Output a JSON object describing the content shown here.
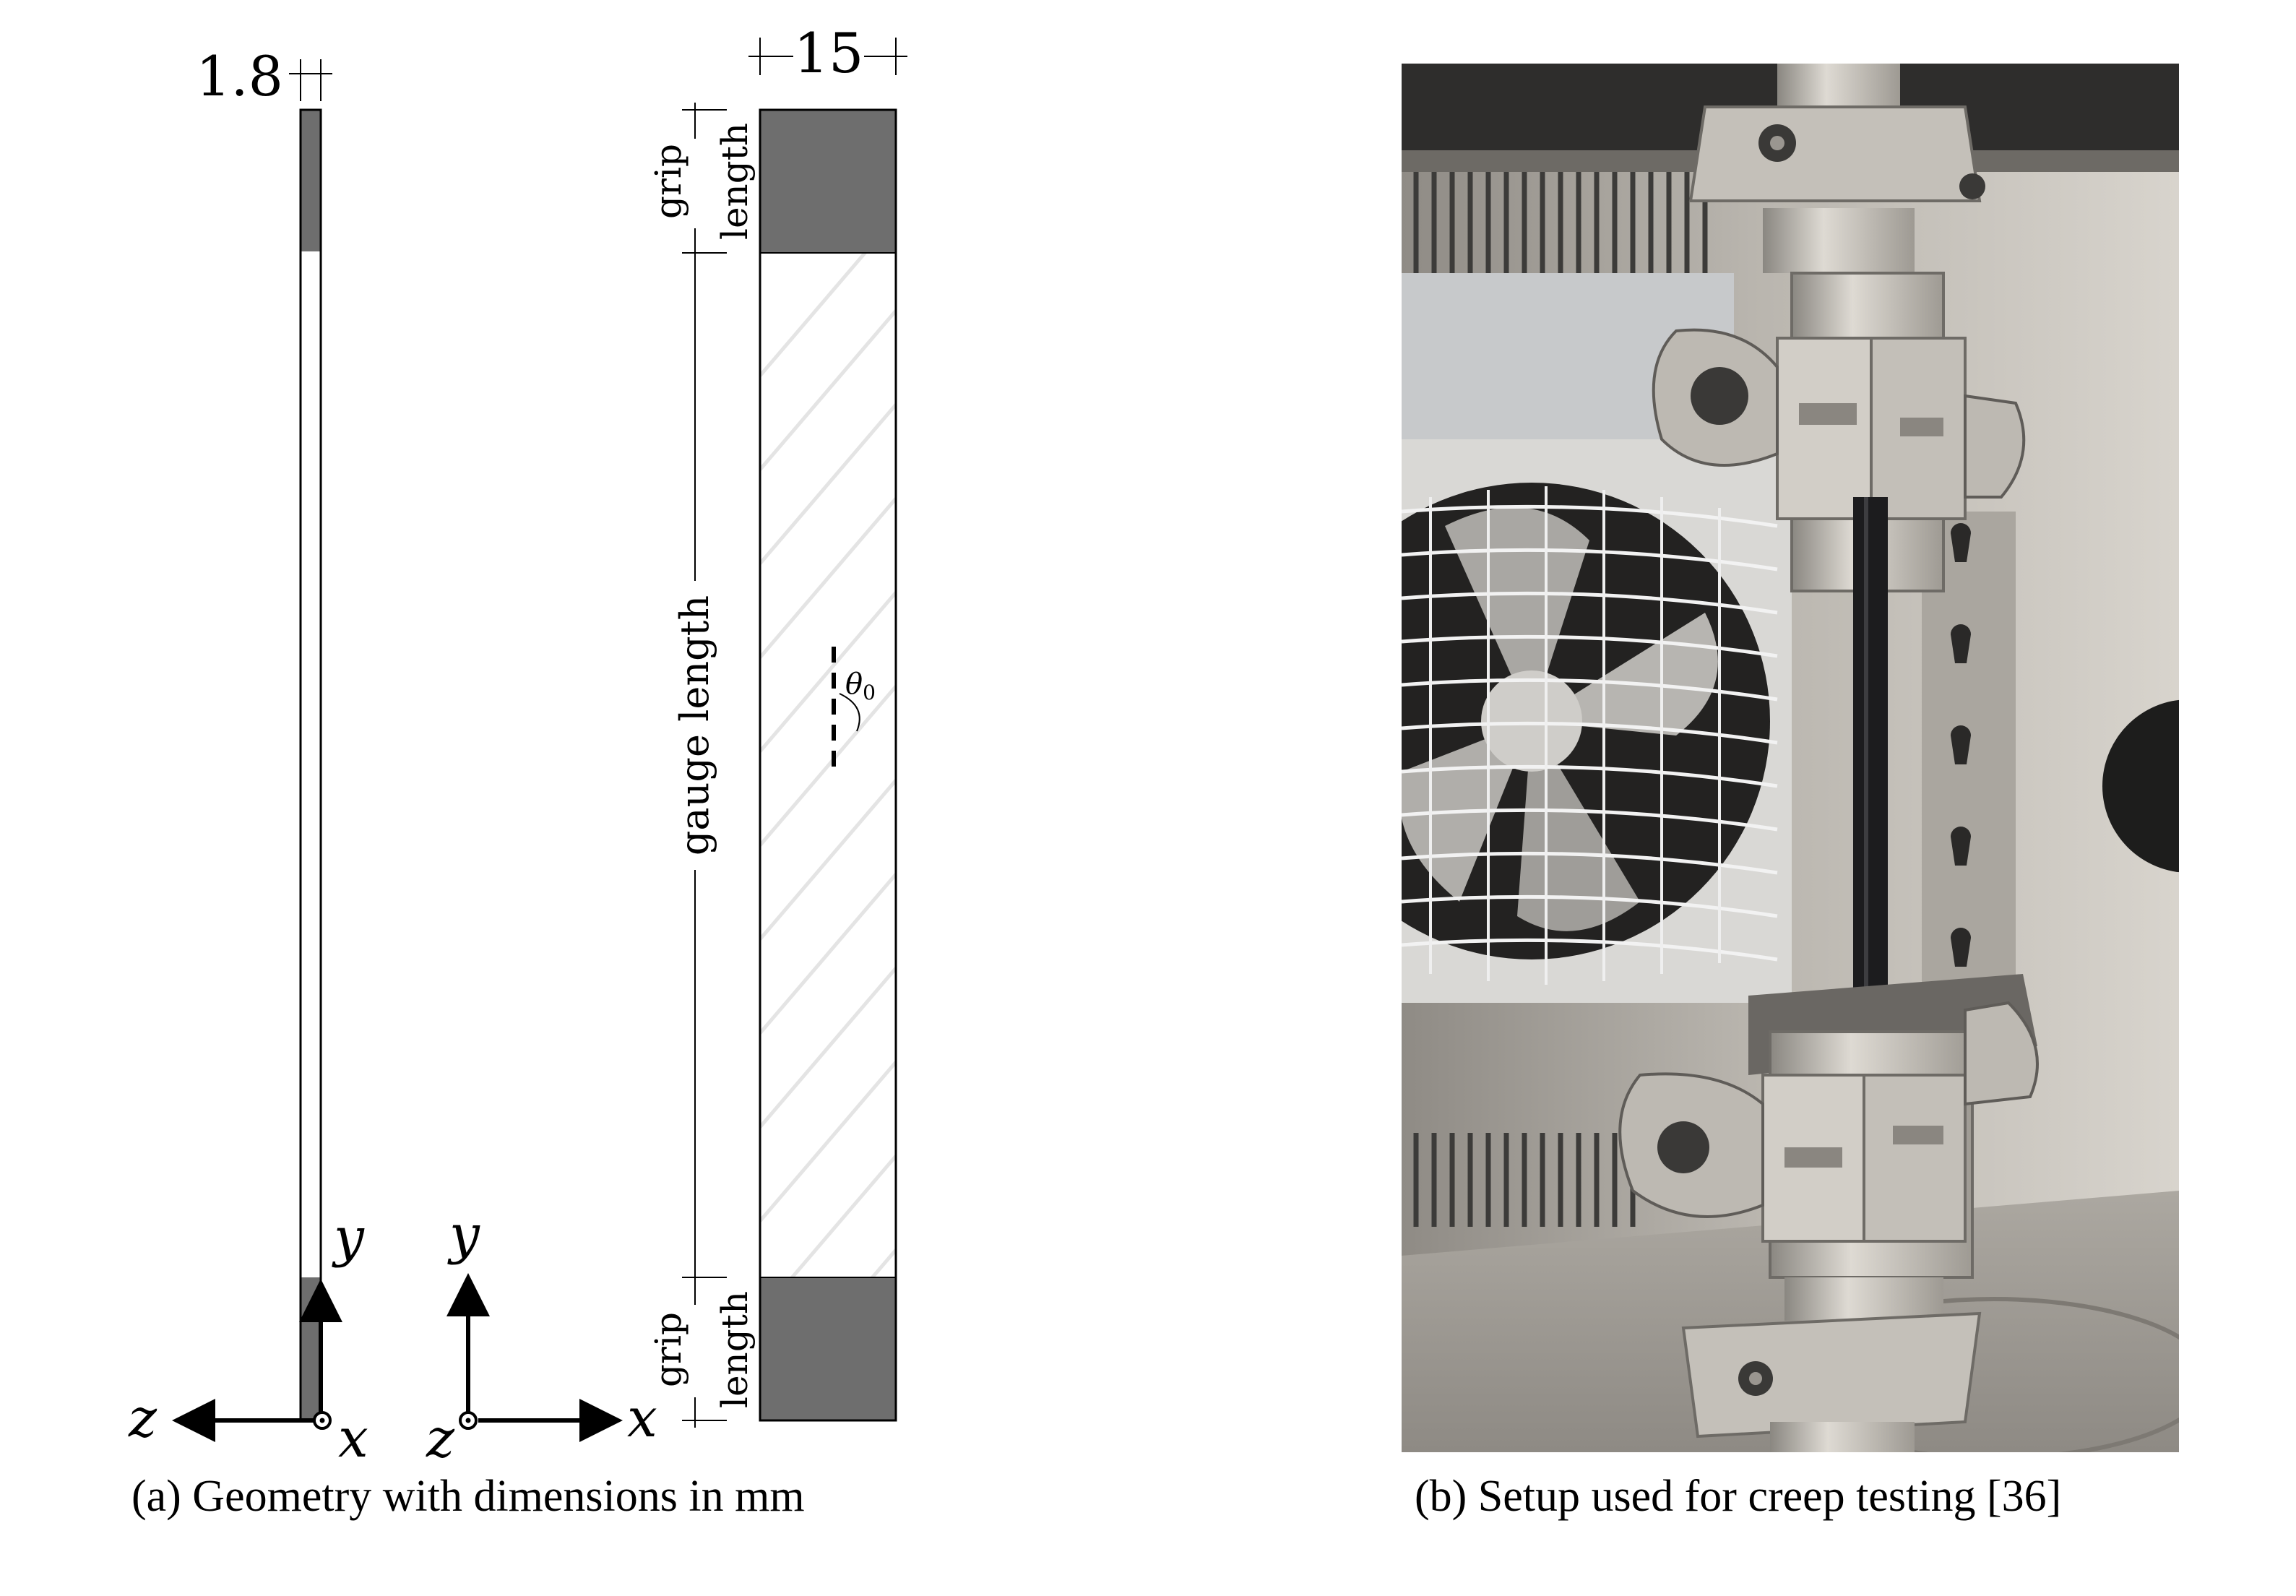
{
  "panel_a": {
    "caption": "(a) Geometry with dimensions in mm",
    "dimension_thickness": "1.8",
    "dimension_width": "15",
    "label_grip": "grip",
    "label_length": "length",
    "label_gauge_length": "gauge length",
    "label_angle": "θ",
    "label_angle_sub": "0",
    "side_axes": {
      "y": "y",
      "z": "z",
      "x": "x"
    },
    "front_axes": {
      "y": "y",
      "z": "z",
      "x": "x"
    },
    "colors": {
      "grip": "#6e6e6e",
      "outline": "#000000",
      "fiber": "#e6e6e6"
    }
  },
  "panel_b": {
    "caption": "(b) Setup used for creep testing [36]",
    "colors": {
      "chamber": "#b8b4ad",
      "steel": "#c9c6c0",
      "specimen": "#1c1c1e"
    }
  }
}
